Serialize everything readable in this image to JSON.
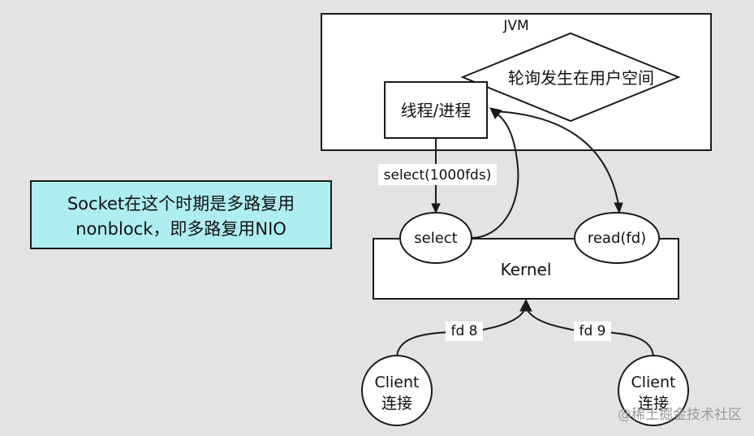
{
  "jvm": {
    "label": "JVM"
  },
  "polling_note": {
    "label": "轮询发生在用户空间"
  },
  "thread_process": {
    "label": "线程/进程"
  },
  "select_call": {
    "label": "select(1000fds)"
  },
  "socket_note": {
    "line1": "Socket在这个时期是多路复用",
    "line2": "nonblock，即多路复用NIO"
  },
  "kernel": {
    "label": "Kernel",
    "select_label": "select",
    "read_label": "read(fd)"
  },
  "fd_labels": {
    "left": "fd 8",
    "right": "fd 9"
  },
  "clients": [
    {
      "line1": "Client",
      "line2": "连接"
    },
    {
      "line1": "Client",
      "line2": "连接"
    }
  ],
  "watermark": "@稀土掘金技术社区",
  "colors": {
    "background": "#e3e3e3",
    "note_fill": "#aeeef0",
    "stroke": "#1a1a1a"
  }
}
